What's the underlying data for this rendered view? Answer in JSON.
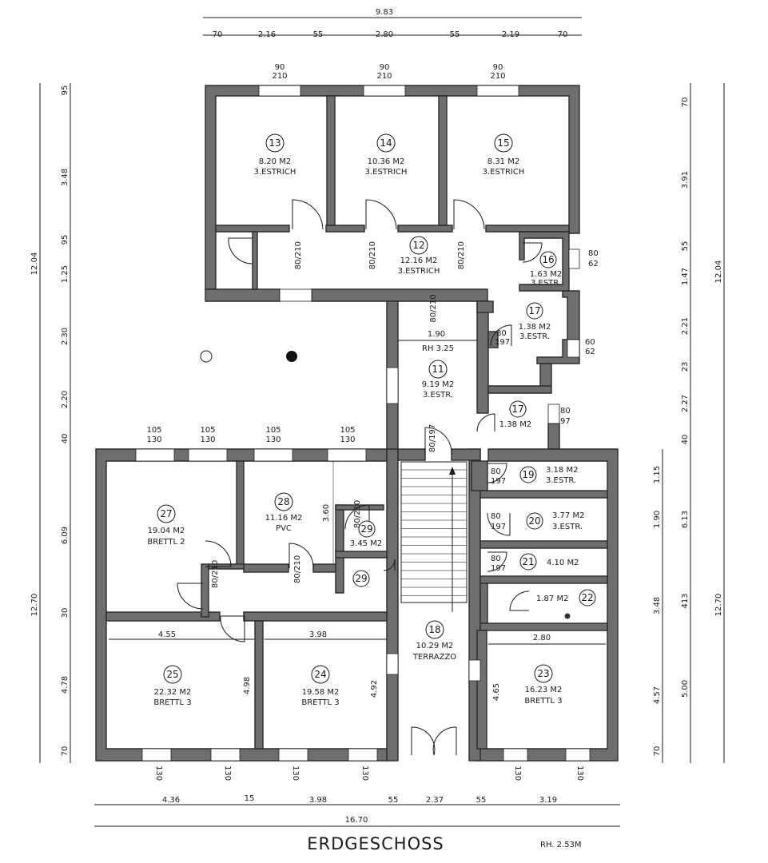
{
  "plan": {
    "title": "ERDGESCHOSS",
    "height_note": "RH.  2.53M"
  },
  "rooms": [
    {
      "id": "13",
      "area": "8.20 M2",
      "floor": "3.ESTRICH"
    },
    {
      "id": "14",
      "area": "10.36 M2",
      "floor": "3.ESTRICH"
    },
    {
      "id": "15",
      "area": "8.31 M2",
      "floor": "3.ESTRICH"
    },
    {
      "id": "12",
      "area": "12.16 M2",
      "floor": "3.ESTRICH"
    },
    {
      "id": "16",
      "area": "1.63 M2",
      "floor": "3.ESTR."
    },
    {
      "id": "17",
      "area": "1.38 M2",
      "floor": "3.ESTR."
    },
    {
      "id": "11",
      "area": "9.19 M2",
      "floor": "3.ESTR."
    },
    {
      "id": "17",
      "area": "1.38 M2",
      "floor": ""
    },
    {
      "id": "27",
      "area": "19.04 M2",
      "floor": "BRETTL 2"
    },
    {
      "id": "28",
      "area": "11.16 M2",
      "floor": "PVC"
    },
    {
      "id": "29",
      "area": "3.45 M2",
      "floor": ""
    },
    {
      "id": "29",
      "area": "",
      "floor": ""
    },
    {
      "id": "19",
      "area": "3.18 M2",
      "floor": "3.ESTR."
    },
    {
      "id": "20",
      "area": "3.77 M2",
      "floor": "3.ESTR."
    },
    {
      "id": "21",
      "area": "4.10 M2",
      "floor": ""
    },
    {
      "id": "22",
      "area": "1.87 M2",
      "floor": ""
    },
    {
      "id": "25",
      "area": "22.32 M2",
      "floor": "BRETTL 3"
    },
    {
      "id": "24",
      "area": "19.58 M2",
      "floor": "BRETTL 3"
    },
    {
      "id": "18",
      "area": "10.29 M2",
      "floor": "TERRAZZO"
    },
    {
      "id": "23",
      "area": "16.23 M2",
      "floor": "BRETTL 3"
    }
  ],
  "dims": {
    "top_total": "9.83",
    "top_segments": [
      "70",
      "2.16",
      "55",
      "2.80",
      "55",
      "2.19",
      "70"
    ],
    "bottom_segments": [
      "4.36",
      "15",
      "3.98",
      "55",
      "2.37",
      "55",
      "3.19"
    ],
    "bottom_total": "16.70",
    "left_outer": [
      "12.04",
      "12.70"
    ],
    "left_inner": [
      "95",
      "3.48",
      "95",
      "1.25",
      "2.30",
      "2.20",
      "40",
      "6.09",
      "30",
      "4.78",
      "70"
    ],
    "right_inner": [
      "70",
      "3.91",
      "55",
      "1.47",
      "2.21",
      "23",
      "2.27",
      "40",
      "1.15",
      "1.90",
      "3.48",
      "4.57",
      "70"
    ],
    "right_mid": [
      "6.13",
      "413",
      "5.00"
    ],
    "right_outer": [
      "12.04",
      "12.70"
    ],
    "room_inner": [
      "1.90",
      "RH 3.25",
      "3.60",
      "4.55",
      "3.98",
      "2.80",
      "4.98",
      "4.92",
      "4.65"
    ],
    "window_top": {
      "w": "90",
      "h": "210"
    },
    "window_mid": {
      "w": "105",
      "h": "130"
    },
    "window_bottom": {
      "w": "130",
      "h": "130"
    },
    "door_std": {
      "w": "80",
      "h": "210"
    },
    "door_small": {
      "w": "80",
      "h": "197"
    },
    "win_small": {
      "w": "80",
      "h": "62"
    },
    "win_small2": {
      "w": "60",
      "h": "62"
    },
    "win_small3": {
      "w": "80",
      "h": "97"
    },
    "bath_label": "80/210",
    "wc_label": "80/197"
  }
}
